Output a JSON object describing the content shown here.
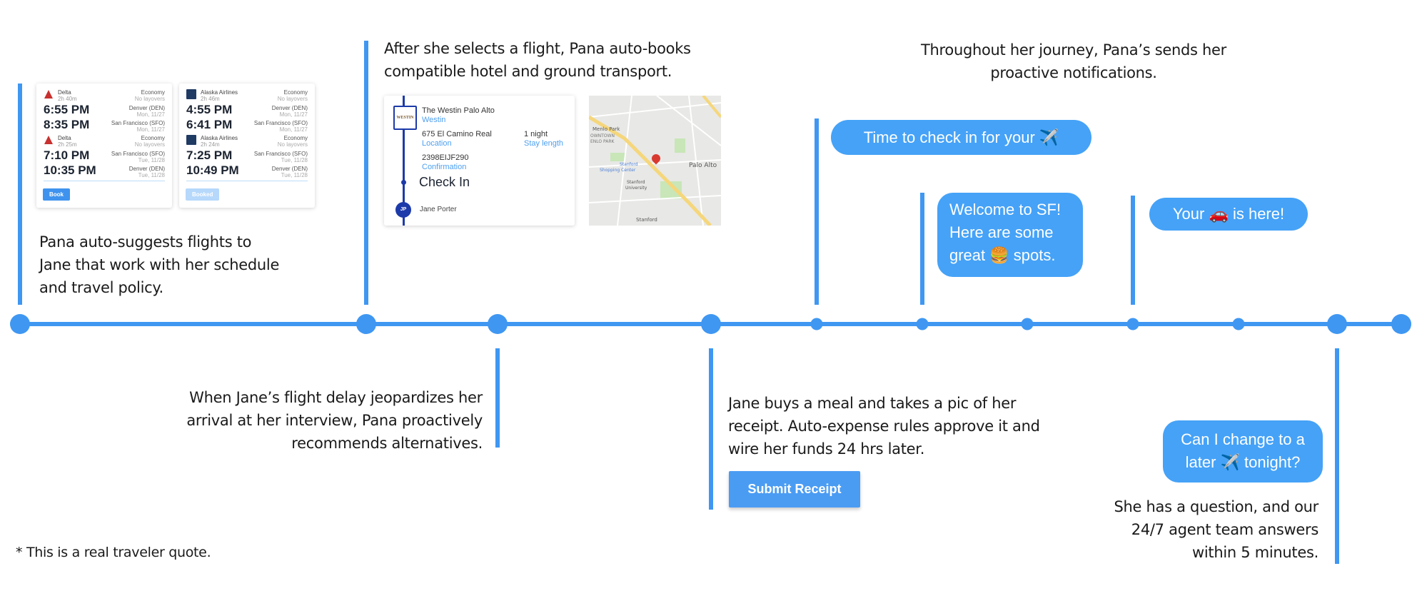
{
  "captions": {
    "suggest": [
      "Pana auto-suggests flights to",
      "Jane that work with her schedule",
      "and travel policy."
    ],
    "autobook": [
      "After she selects a flight, Pana auto-books",
      "compatible hotel and ground transport."
    ],
    "notifications": [
      "Throughout her journey, Pana’s sends her",
      "proactive notifications."
    ],
    "delay": [
      "When Jane’s flight delay jeopardizes her",
      "arrival at her interview, Pana proactively",
      "recommends alternatives."
    ],
    "expense": [
      "Jane buys a meal and takes a pic of her",
      "receipt. Auto-expense rules approve it and",
      "wire her funds 24 hrs later."
    ],
    "agent": [
      "She has a question, and our",
      "24/7 agent team answers",
      "within 5 minutes."
    ],
    "footnote": "* This is a real traveler quote."
  },
  "flight_cards": [
    {
      "button": "Book",
      "button_state": "active",
      "segments": [
        {
          "airline": "Delta",
          "duration": "2h 40m",
          "cabin": "Economy",
          "stops": "No layovers",
          "dep_time": "6:55 PM",
          "dep_city": "Denver (DEN)",
          "dep_date": "Mon, 11/27",
          "arr_time": "8:35 PM",
          "arr_city": "San Francisco (SFO)",
          "arr_date": "Mon, 11/27"
        },
        {
          "airline": "Delta",
          "duration": "2h 25m",
          "cabin": "Economy",
          "stops": "No layovers",
          "dep_time": "7:10 PM",
          "dep_city": "San Francisco (SFO)",
          "dep_date": "Tue, 11/28",
          "arr_time": "10:35 PM",
          "arr_city": "Denver (DEN)",
          "arr_date": "Tue, 11/28"
        }
      ]
    },
    {
      "button": "Booked",
      "button_state": "disabled",
      "segments": [
        {
          "airline": "Alaska Airlines",
          "duration": "2h 46m",
          "cabin": "Economy",
          "stops": "No layovers",
          "dep_time": "4:55 PM",
          "dep_city": "Denver (DEN)",
          "dep_date": "Mon, 11/27",
          "arr_time": "6:41 PM",
          "arr_city": "San Francisco (SFO)",
          "arr_date": "Mon, 11/27"
        },
        {
          "airline": "Alaska Airlines",
          "duration": "2h 24m",
          "cabin": "Economy",
          "stops": "No layovers",
          "dep_time": "7:25 PM",
          "dep_city": "San Francisco (SFO)",
          "dep_date": "Tue, 11/28",
          "arr_time": "10:49 PM",
          "arr_city": "Denver (DEN)",
          "arr_date": "Tue, 11/28"
        }
      ]
    }
  ],
  "hotel": {
    "logo_text": "WESTIN",
    "name": "The Westin Palo Alto",
    "brand": "Westin",
    "address": "675 El Camino Real",
    "address_label": "Location",
    "stay": "1 night",
    "stay_label": "Stay length",
    "confirmation": "2398EIJF290",
    "confirmation_label": "Confirmation",
    "checkin": "Check In",
    "guest_initials": "JP",
    "guest_name": "Jane Porter"
  },
  "map": {
    "labels": [
      "Menlo Park",
      "OWNTOWN",
      "ENLO PARK",
      "Stanford",
      "Shopping Center",
      "Palo Alto",
      "Stanford",
      "University",
      "Stanford"
    ]
  },
  "bubbles": {
    "checkin": "Time to check in for your ✈️",
    "welcome": [
      "Welcome to SF!",
      "Here are some",
      "great 🍔 spots."
    ],
    "car": "Your 🚗 is here!",
    "question": [
      "Can I change to a",
      "later ✈️ tonight?"
    ]
  },
  "submit_button": "Submit Receipt",
  "colors": {
    "accent": "#3f97f2",
    "bubble": "#45a2f7",
    "hotel_line": "#1c3aa9"
  }
}
